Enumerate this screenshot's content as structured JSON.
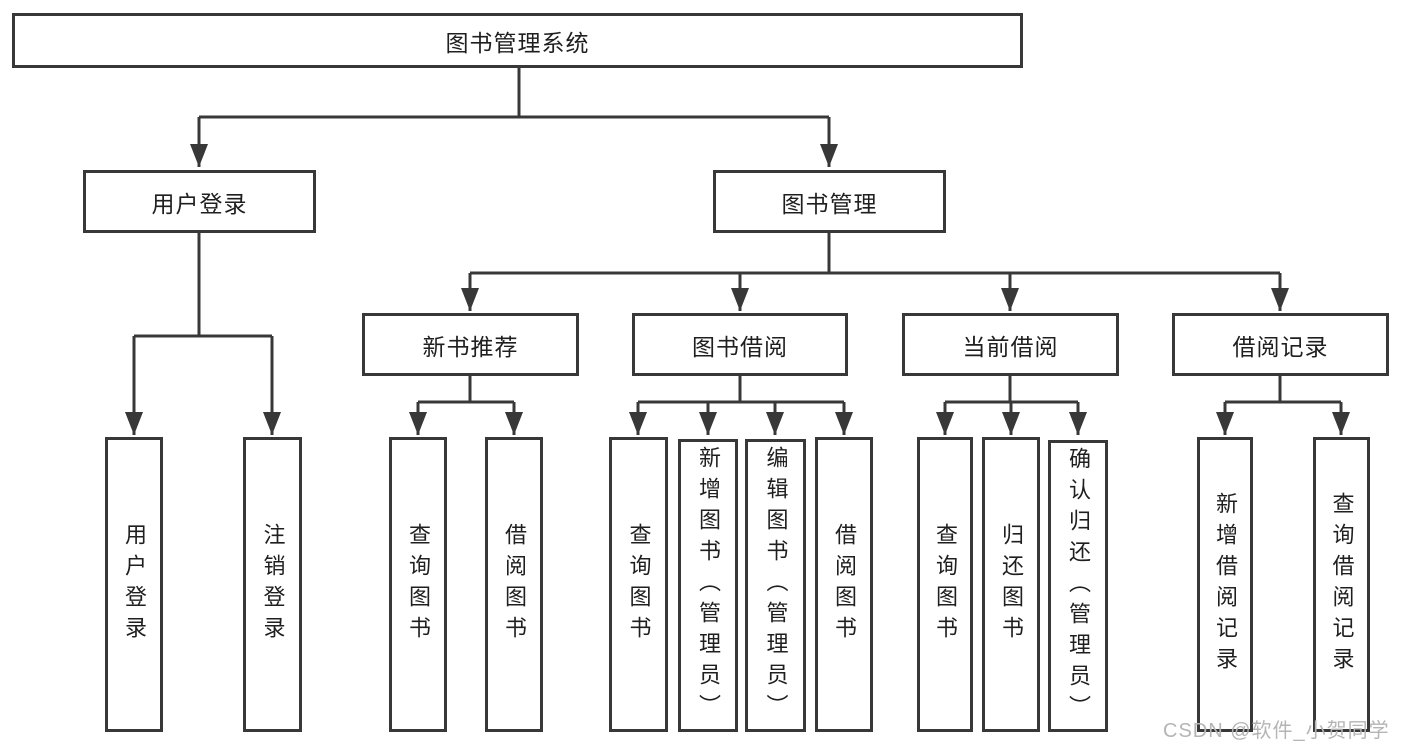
{
  "diagram": {
    "type": "hierarchy-tree",
    "title": "图书管理系统",
    "watermark": "CSDN @软件_小贺同学",
    "colors": {
      "background": "#ffffff",
      "line": "#383838",
      "box_border": "#383838",
      "text": "#1f1f1f",
      "watermark": "#b5b5b5"
    },
    "nodes": {
      "root": {
        "label": "图书管理系统",
        "level": 1
      },
      "user_login": {
        "label": "用户登录",
        "level": 2
      },
      "book_mgmt": {
        "label": "图书管理",
        "level": 2
      },
      "new_book_rec": {
        "label": "新书推荐",
        "level": 3
      },
      "book_borrow": {
        "label": "图书借阅",
        "level": 3
      },
      "current_borrow": {
        "label": "当前借阅",
        "level": 3
      },
      "borrow_records": {
        "label": "借阅记录",
        "level": 3
      },
      "leaf_user_login": {
        "label": "用户登录",
        "level": 4
      },
      "leaf_logout": {
        "label": "注销登录",
        "level": 4
      },
      "leaf_query_book_1": {
        "label": "查询图书",
        "level": 4
      },
      "leaf_borrow_book_1": {
        "label": "借阅图书",
        "level": 4
      },
      "leaf_query_book_2": {
        "label": "查询图书",
        "level": 4
      },
      "leaf_add_book": {
        "label": "新增图书（管理员）",
        "level": 4
      },
      "leaf_edit_book": {
        "label": "编辑图书（管理员）",
        "level": 4
      },
      "leaf_borrow_book_2": {
        "label": "借阅图书",
        "level": 4
      },
      "leaf_query_book_3": {
        "label": "查询图书",
        "level": 4
      },
      "leaf_return_book": {
        "label": "归还图书",
        "level": 4
      },
      "leaf_confirm_return": {
        "label": "确认归还（管理员）",
        "level": 4
      },
      "leaf_add_borrow_record": {
        "label": "新增借阅记录",
        "level": 4
      },
      "leaf_query_borrow_record": {
        "label": "查询借阅记录",
        "level": 4
      }
    },
    "edges": [
      [
        "root",
        "user_login"
      ],
      [
        "root",
        "book_mgmt"
      ],
      [
        "user_login",
        "leaf_user_login"
      ],
      [
        "user_login",
        "leaf_logout"
      ],
      [
        "book_mgmt",
        "new_book_rec"
      ],
      [
        "book_mgmt",
        "book_borrow"
      ],
      [
        "book_mgmt",
        "current_borrow"
      ],
      [
        "book_mgmt",
        "borrow_records"
      ],
      [
        "new_book_rec",
        "leaf_query_book_1"
      ],
      [
        "new_book_rec",
        "leaf_borrow_book_1"
      ],
      [
        "book_borrow",
        "leaf_query_book_2"
      ],
      [
        "book_borrow",
        "leaf_add_book"
      ],
      [
        "book_borrow",
        "leaf_edit_book"
      ],
      [
        "book_borrow",
        "leaf_borrow_book_2"
      ],
      [
        "current_borrow",
        "leaf_query_book_3"
      ],
      [
        "current_borrow",
        "leaf_return_book"
      ],
      [
        "current_borrow",
        "leaf_confirm_return"
      ],
      [
        "borrow_records",
        "leaf_add_borrow_record"
      ],
      [
        "borrow_records",
        "leaf_query_borrow_record"
      ]
    ]
  }
}
